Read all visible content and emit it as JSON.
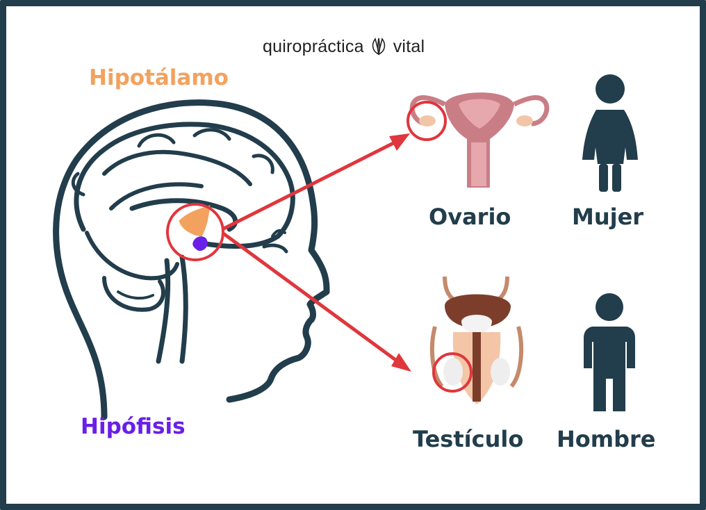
{
  "logo": {
    "text_left": "quiropráctica",
    "text_right": "vital",
    "icon": "leaf-logo-icon"
  },
  "labels": {
    "hipotalamo": "Hipotálamo",
    "hipofisis": "Hipófisis",
    "ovario": "Ovario",
    "mujer": "Mujer",
    "testiculo": "Testículo",
    "hombre": "Hombre"
  },
  "colors": {
    "frame": "#223d4b",
    "hipotalamo": "#f2a25e",
    "hipofisis": "#6a1fe8",
    "arrow": "#e0363d",
    "figure": "#223d4b"
  },
  "icons": [
    "brain-head-icon",
    "uterus-icon",
    "woman-icon",
    "male-reproductive-icon",
    "man-icon"
  ]
}
